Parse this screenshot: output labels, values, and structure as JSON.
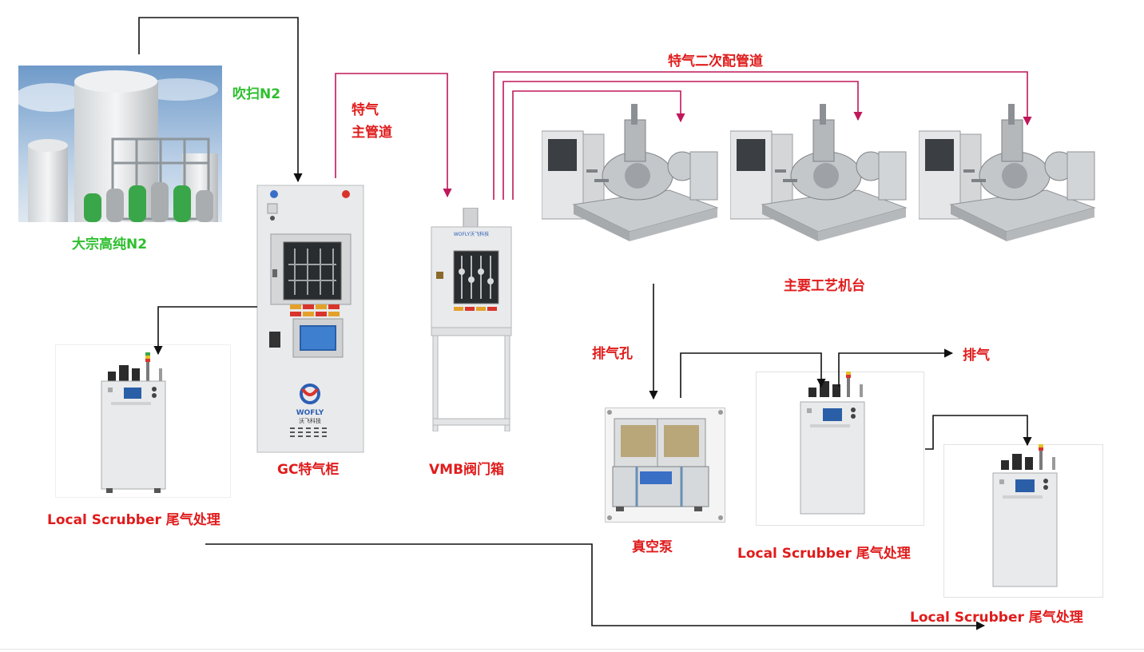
{
  "colors": {
    "red_label": "#e01c1c",
    "green_label": "#2fbf2f",
    "special_gas_line": "#c0185a",
    "connector_line": "#111111"
  },
  "labels": {
    "n2_source": "大宗高纯N2",
    "purge_n2": "吹扫N2",
    "main_gas_line_1": "特气",
    "main_gas_line_2": "主管道",
    "secondary_gas_line": "特气二次配管道",
    "gc_cabinet": "GC特气柜",
    "vmb_box": "VMB阀门箱",
    "process_tools": "主要工艺机台",
    "exhaust_port": "排气孔",
    "exhaust": "排气",
    "vacuum_pump": "真空泵",
    "scrubber_left": "Local Scrubber 尾气处理",
    "scrubber_mid": "Local Scrubber 尾气处理",
    "scrubber_right": "Local Scrubber 尾气处理"
  },
  "equipment": {
    "gc_brand": "WOFLY",
    "gc_brand_cn": "沃飞科技",
    "vmb_brand": "WOFLY沃飞科技"
  }
}
